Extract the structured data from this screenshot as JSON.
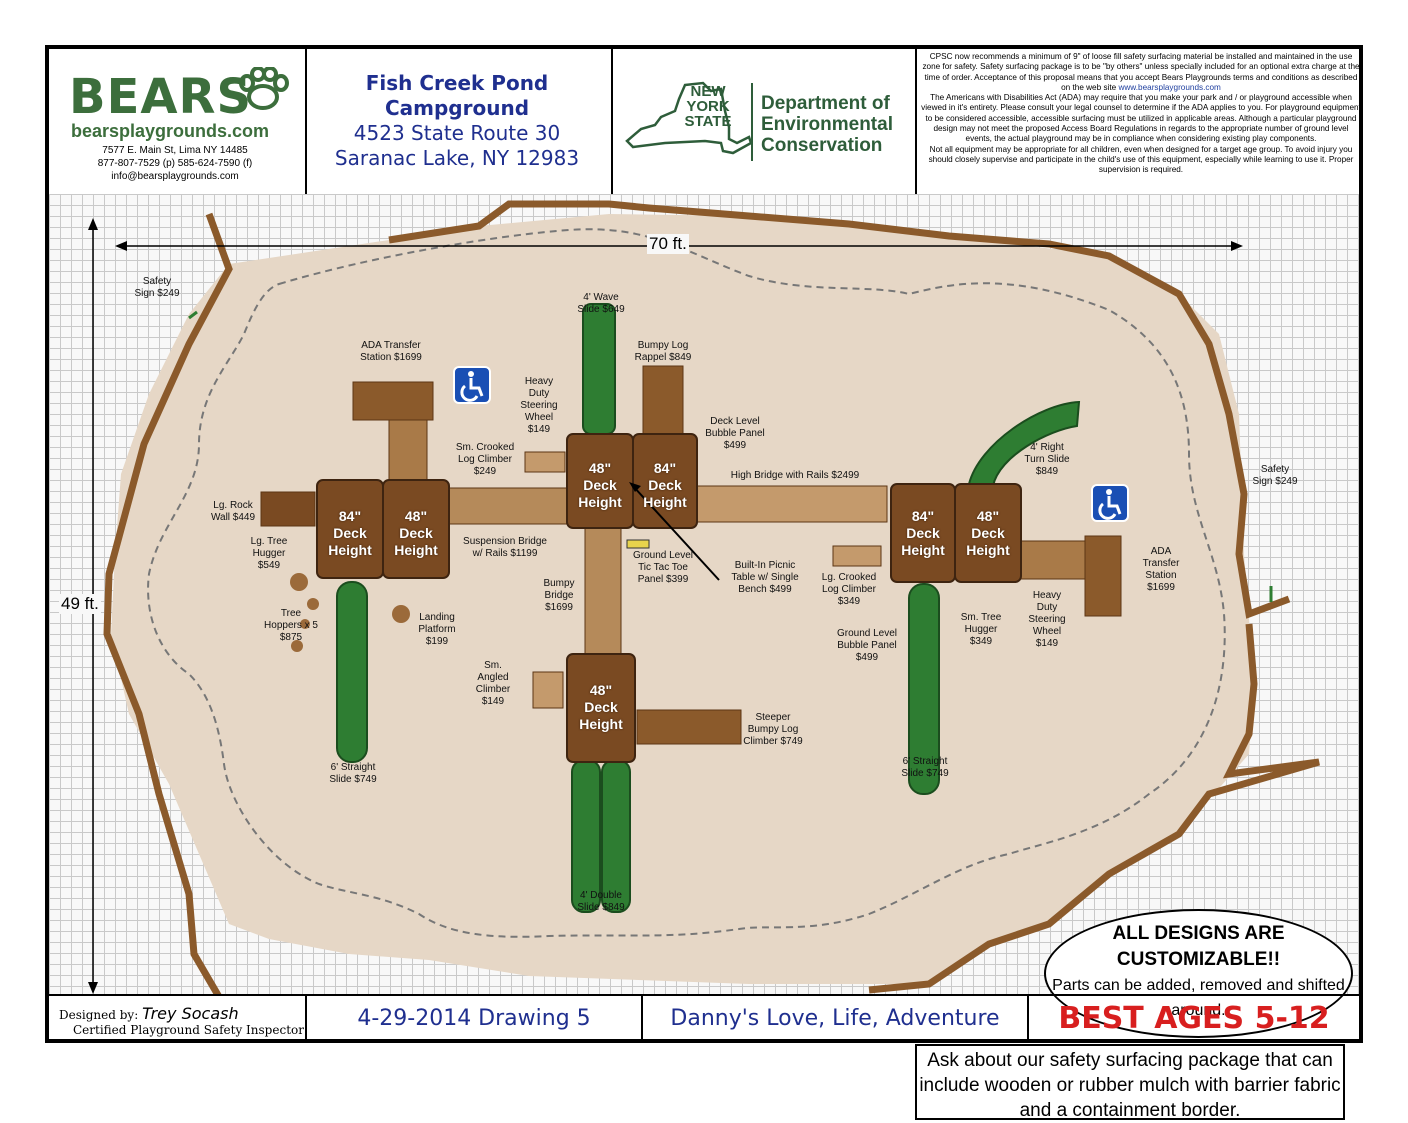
{
  "header": {
    "brand": "BEARS",
    "brand_url": "bearsplaygrounds.com",
    "address": "7577 E. Main St, Lima NY 14485",
    "phone": "877-807-7529 (p) 585-624-7590 (f)",
    "email": "info@bearsplaygrounds.com",
    "project_name_1": "Fish Creek Pond",
    "project_name_2": "Campground",
    "project_street": "4523 State Route 30",
    "project_city": "Saranac Lake, NY 12983",
    "agency_state": "NEW YORK STATE",
    "agency_dept_1": "Department of",
    "agency_dept_2": "Environmental",
    "agency_dept_3": "Conservation",
    "disclaimer_1": "CPSC now recommends a minimum of 9\" of loose fill safety surfacing material be installed and maintained in the use zone for safety. Safety surfacing package is to be \"by others\" unless specially included for an optional extra charge at the time of order. Acceptance of this proposal means that you accept Bears Playgrounds terms and conditions as described on the web site",
    "disclaimer_url": "www.bearsplaygrounds.com",
    "disclaimer_2": "The Americans with Disabilities Act (ADA) may require that you make your park and / or playground accessible when viewed in it's entirety. Please consult your legal counsel to determine if the ADA applies to you. For playground equipment to be considered accessible, accessible surfacing must be utilized in applicable areas. Although a particular playground design may not meet the proposed Access Board Regulations in regards to the appropriate number of ground level events, the actual playground may be in compliance when considering existing play components.",
    "disclaimer_3": "Not all equipment may be appropriate for all children, even when designed for a target age group. To avoid injury you should closely supervise and participate in the child's use of this equipment, especially while learning to use it. Proper supervision is required."
  },
  "plan": {
    "width_dim": "70 ft.",
    "height_dim": "49 ft.",
    "decks": [
      {
        "l1": "84\"",
        "l2": "Deck",
        "l3": "Height"
      },
      {
        "l1": "48\"",
        "l2": "Deck",
        "l3": "Height"
      },
      {
        "l1": "48\"",
        "l2": "Deck",
        "l3": "Height"
      },
      {
        "l1": "84\"",
        "l2": "Deck",
        "l3": "Height"
      },
      {
        "l1": "84\"",
        "l2": "Deck",
        "l3": "Height"
      },
      {
        "l1": "48\"",
        "l2": "Deck",
        "l3": "Height"
      },
      {
        "l1": "48\"",
        "l2": "Deck",
        "l3": "Height"
      }
    ],
    "labels": {
      "safety_sign_left": [
        "Safety",
        "Sign $249"
      ],
      "safety_sign_right": [
        "Safety",
        "Sign $249"
      ],
      "wave_slide": [
        "4' Wave",
        "Slide $649"
      ],
      "bumpy_log_rappel": [
        "Bumpy Log",
        "Rappel $849"
      ],
      "ada_left": [
        "ADA Transfer",
        "Station $1699"
      ],
      "steering_left": [
        "Heavy",
        "Duty",
        "Steering",
        "Wheel",
        "$149"
      ],
      "bubble_panel_deck": [
        "Deck Level",
        "Bubble Panel",
        "$499"
      ],
      "crooked_log_left": [
        "Sm. Crooked",
        "Log Climber",
        "$249"
      ],
      "high_bridge": [
        "High Bridge with Rails $2499"
      ],
      "right_turn_slide": [
        "4' Right",
        "Turn Slide",
        "$849"
      ],
      "rock_wall": [
        "Lg. Rock",
        "Wall $449"
      ],
      "tree_hugger_lg": [
        "Lg. Tree",
        "Hugger",
        "$549"
      ],
      "suspension_bridge": [
        "Suspension Bridge",
        "w/ Rails $1199"
      ],
      "tic_tac_toe": [
        "Ground Level",
        "Tic Tac Toe",
        "Panel $399"
      ],
      "picnic_table": [
        "Built-In Picnic",
        "Table w/ Single",
        "Bench $499"
      ],
      "crooked_log_lg": [
        "Lg. Crooked",
        "Log Climber",
        "$349"
      ],
      "ada_right": [
        "ADA",
        "Transfer",
        "Station",
        "$1699"
      ],
      "tree_hoppers": [
        "Tree",
        "Hoppers x 5",
        "$875"
      ],
      "landing_platform": [
        "Landing",
        "Platform",
        "$199"
      ],
      "bumpy_bridge": [
        "Bumpy",
        "Bridge",
        "$1699"
      ],
      "sm_tree_hugger": [
        "Sm. Tree",
        "Hugger",
        "$349"
      ],
      "steering_right": [
        "Heavy",
        "Duty",
        "Steering",
        "Wheel",
        "$149"
      ],
      "ground_bubble": [
        "Ground Level",
        "Bubble Panel",
        "$499"
      ],
      "angled_climber": [
        "Sm.",
        "Angled",
        "Climber",
        "$149"
      ],
      "steeper_log": [
        "Steeper",
        "Bumpy Log",
        "Climber $749"
      ],
      "straight_slide_left": [
        "6' Straight",
        "Slide $749"
      ],
      "straight_slide_right": [
        "6' Straight",
        "Slide $749"
      ],
      "double_slide": [
        "4' Double",
        "Slide $849"
      ]
    },
    "customize_title": "ALL DESIGNS ARE CUSTOMIZABLE!!",
    "customize_body": "Parts can be added, removed and shifted around.",
    "surfacing_note": "Ask about our safety surfacing package that can include wooden or rubber mulch with barrier fabric and a containment border."
  },
  "footer": {
    "designed_by_label": "Designed by:",
    "designer": "Trey Socash",
    "designer_title": "Certified Playground Safety Inspector",
    "drawing": "4-29-2014 Drawing 5",
    "title": "Danny's Love, Life, Adventure",
    "ages": "BEST AGES 5-12"
  },
  "colors": {
    "wood": "#8b5a2b",
    "wood_dark": "#5c3614",
    "slide_green": "#2e7d32",
    "surface": "#e6d7c6",
    "brand_green": "#3c6e3c",
    "title_blue": "#1f2f8f",
    "ages_red": "#d81f1f",
    "ada_blue": "#1a4fb4"
  }
}
